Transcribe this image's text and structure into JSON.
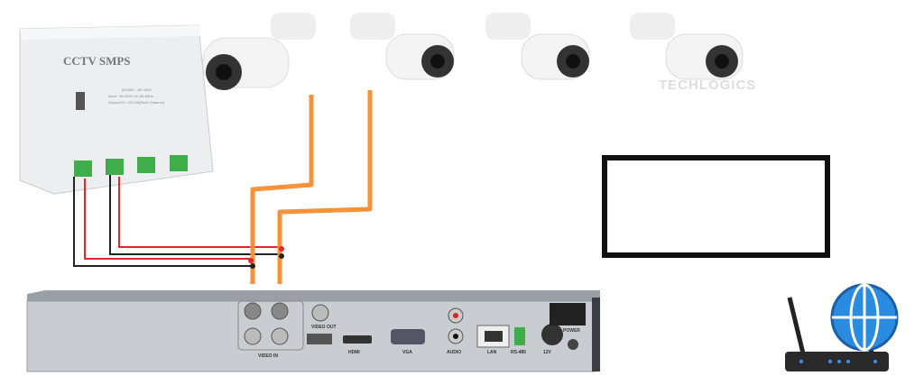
{
  "smps": {
    "title": "CCTV SMPS",
    "model": "MODEL : AE-4049",
    "input": "Input : 90-260V AC,50-60Hz",
    "output": "Output DC: 12V 5A(Each Channel)"
  },
  "watermark": "TECHLOGICS",
  "dvr": {
    "ports": {
      "video_in": "VIDEO IN",
      "video_out": "VIDEO OUT",
      "hdmi": "HDMI",
      "vga": "VGA",
      "audio": "AUDIO",
      "lan": "LAN",
      "rs485": "RS-485",
      "power_in": "12V",
      "power": "POWER"
    }
  },
  "colors": {
    "cable": "#f7923a",
    "red_wire": "#e3262b",
    "black_wire": "#222222",
    "dvr_body": "#c9ccd1",
    "globe": "#2b8be0"
  }
}
